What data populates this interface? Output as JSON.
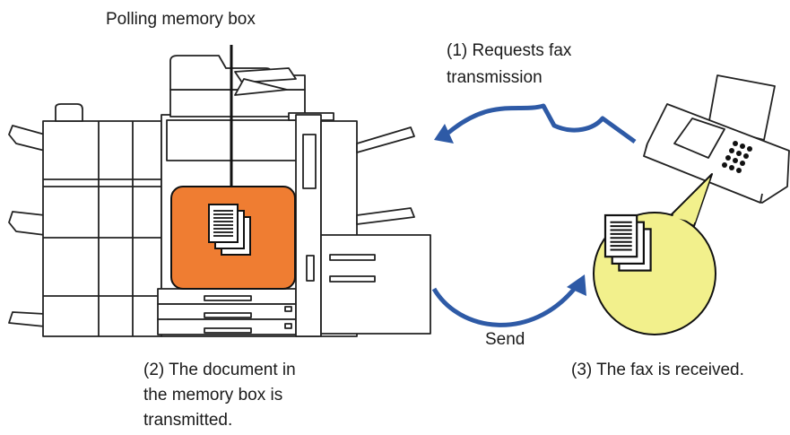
{
  "labels": {
    "polling_box": "Polling memory box",
    "request_line1": "(1) Requests fax",
    "request_line2": "transmission",
    "send": "Send",
    "transmitted_line1": "(2) The document in",
    "transmitted_line2": "the memory box is",
    "transmitted_line3": "transmitted.",
    "received": "(3) The fax is received."
  },
  "colors": {
    "arrow": "#2e5aa6",
    "memory_box_fill": "#ef7d32",
    "bubble_fill": "#f2f08c",
    "machine_stroke": "#222222"
  },
  "icons": {
    "machine": "multifunction-printer-icon",
    "fax": "fax-machine-icon",
    "docs": "document-stack-icon"
  }
}
